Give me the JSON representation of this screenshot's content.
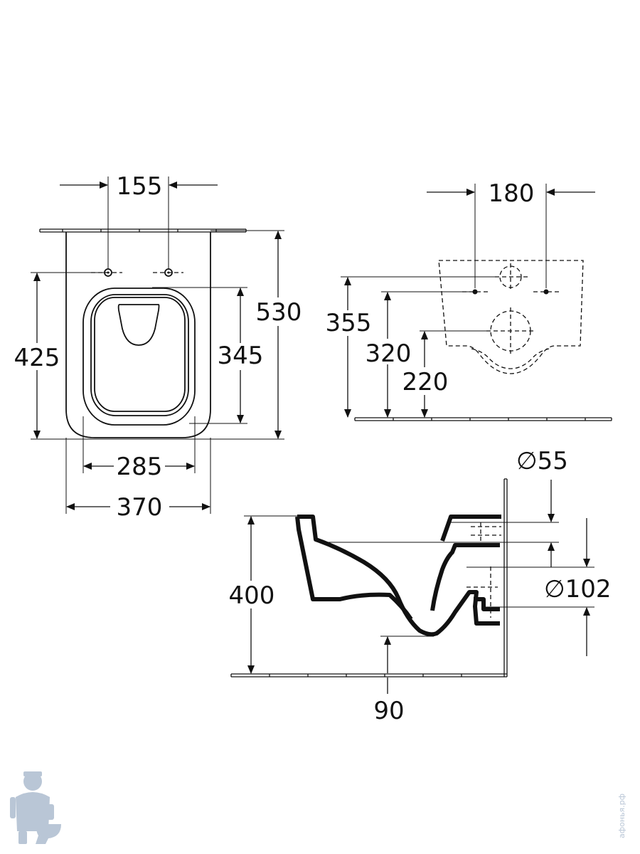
{
  "top_view": {
    "fixing_spacing": "155",
    "fixing_height": "425",
    "bowl_length": "345",
    "total_length": "530",
    "seat_width": "285",
    "total_width": "370"
  },
  "back_view": {
    "fixing_spacing": "180",
    "height_355": "355",
    "height_320": "320",
    "height_220": "220"
  },
  "side_view": {
    "inlet_diameter": "∅55",
    "outlet_diameter": "∅102",
    "height": "400",
    "outlet_clearance": "90"
  },
  "watermark": {
    "text": "афонья.рф",
    "icon": "plumber-logo"
  },
  "colors": {
    "line": "#111111",
    "watermark": "#b9c6d6"
  }
}
